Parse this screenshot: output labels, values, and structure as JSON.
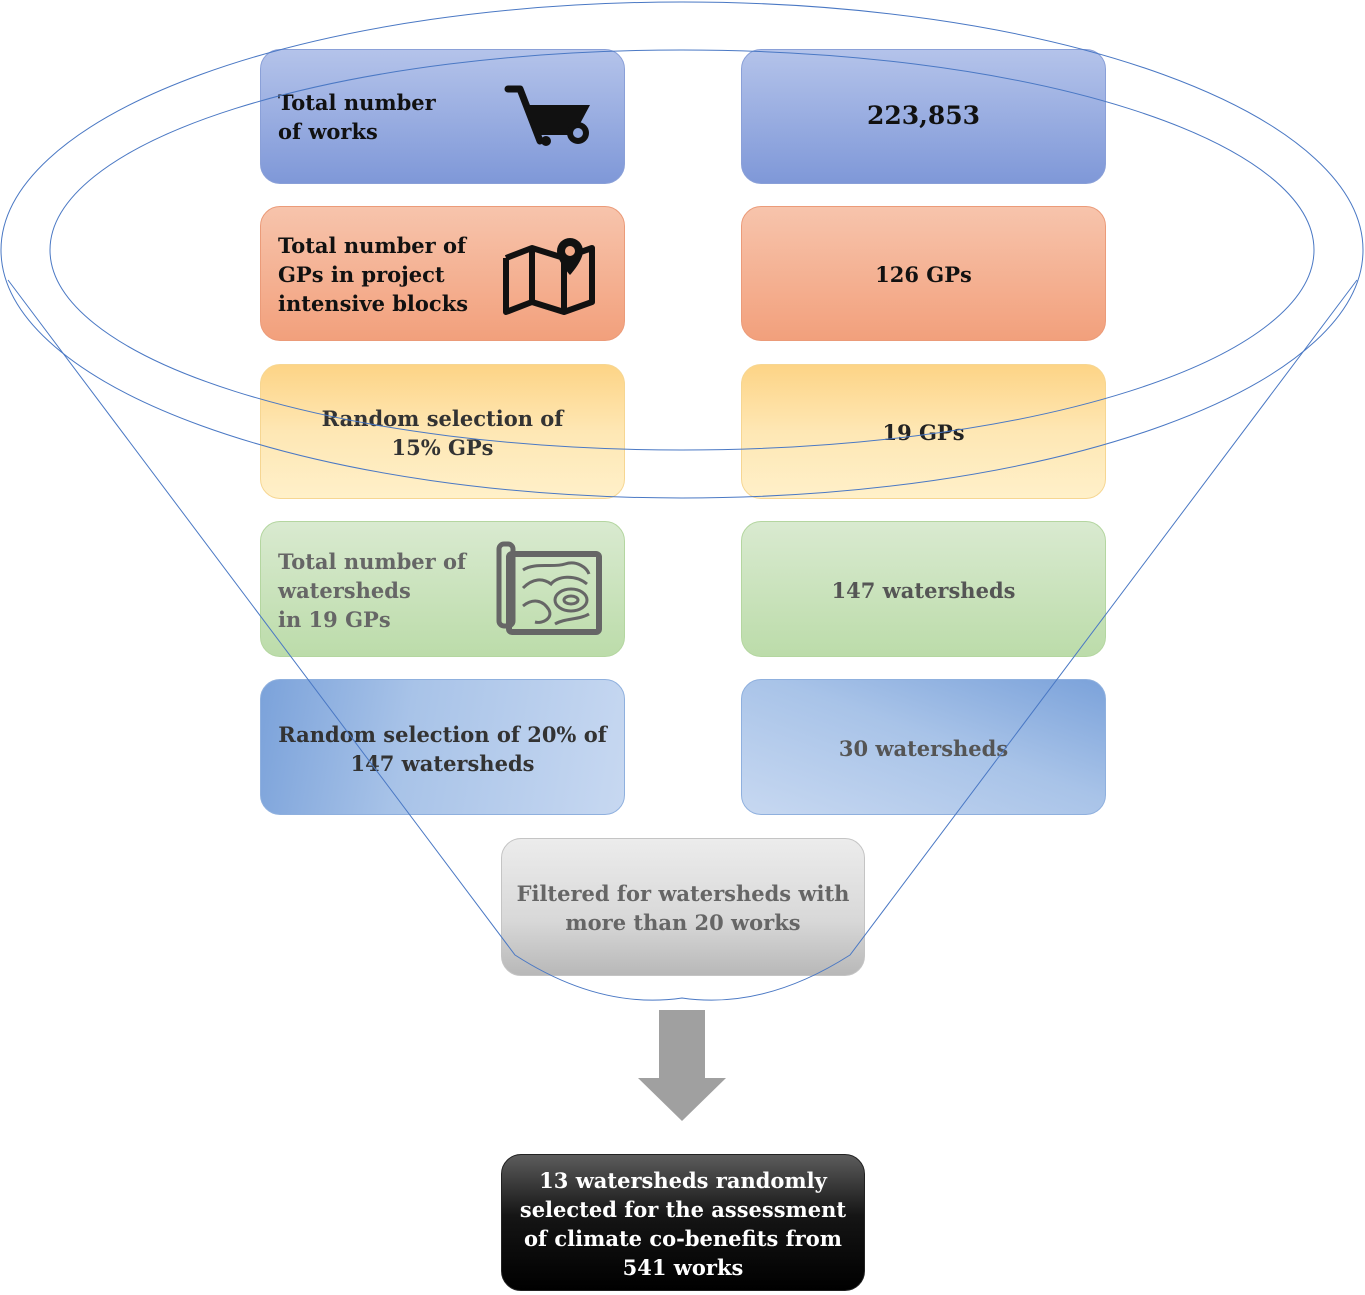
{
  "rows": [
    {
      "left": "Total number\nof works",
      "right": "223,853",
      "icon": "wheelbarrow-icon"
    },
    {
      "left": "Total number of\nGPs in project\nintensive blocks",
      "right": "126 GPs",
      "icon": "map-pin-icon"
    },
    {
      "left": "Random selection of\n15% GPs",
      "right": "19 GPs",
      "icon": ""
    },
    {
      "left": "Total number of\nwatersheds\nin 19 GPs",
      "right": "147 watersheds",
      "icon": "contour-map-icon"
    },
    {
      "left": "Random selection of 20% of\n147 watersheds",
      "right": "30 watersheds",
      "icon": ""
    }
  ],
  "filter_box": "Filtered for watersheds with\nmore than 20 works",
  "result_box": "13 watersheds randomly\nselected for the assessment\nof climate co-benefits from\n541 works",
  "colors": {
    "blue": "#8ea5dc",
    "orange": "#f4ab8a",
    "yellow": "#fedd98",
    "green": "#c5e0b4",
    "light_blue": "#b4c9ea",
    "gray": "#d4d4d4",
    "black": "#111111",
    "funnel_line": "#4a78c4"
  }
}
